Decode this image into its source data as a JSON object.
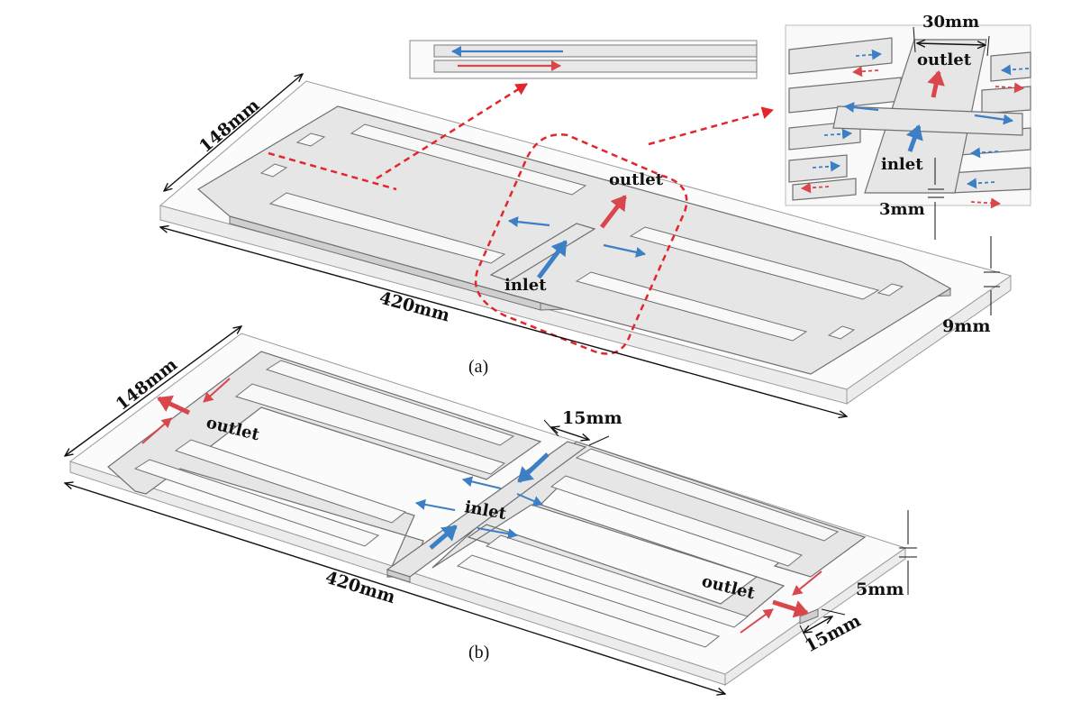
{
  "panel_a": {
    "caption": "(a)",
    "width_label": "148mm",
    "length_label": "420mm",
    "thickness_label": "9mm",
    "inlet_label": "inlet",
    "outlet_label": "outlet",
    "inset": {
      "channel_width_label": "30mm",
      "channel_height_label": "3mm",
      "inlet_label": "inlet",
      "outlet_label": "outlet"
    }
  },
  "panel_b": {
    "caption": "(b)",
    "width_label": "148mm",
    "length_label": "420mm",
    "thickness_label": "5mm",
    "inlet_width_label": "15mm",
    "outlet_width_label": "15mm",
    "inlet_label": "inlet",
    "outlet_top_label": "outlet",
    "outlet_bottom_label": "outlet"
  },
  "colors": {
    "coolant_in": "#3d7fc4",
    "coolant_out": "#d9474d",
    "callout": "#e3262d"
  }
}
